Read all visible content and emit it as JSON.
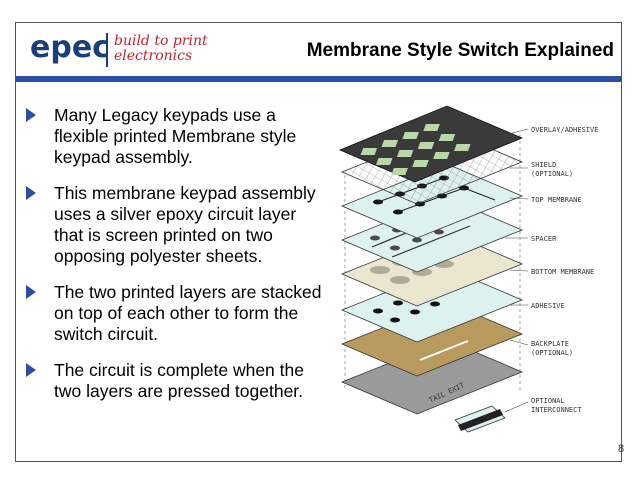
{
  "logo": {
    "wordmark": "epec",
    "tagline_line1": "build to print",
    "tagline_line2": "electronics"
  },
  "title": "Membrane Style Switch Explained",
  "bullets": [
    "Many Legacy keypads use a flexible printed Membrane style keypad assembly.",
    "This membrane keypad assembly uses a silver epoxy circuit layer that is screen printed on two opposing polyester sheets.",
    "The two printed layers are stacked on top of each other to form the switch circuit.",
    "The circuit is complete when the two layers are pressed together."
  ],
  "diagram": {
    "labels": {
      "overlay": "OVERLAY/ADHESIVE",
      "shield1": "SHIELD",
      "shield2": "(OPTIONAL)",
      "top_membrane": "TOP MEMBRANE",
      "spacer": "SPACER",
      "bottom_membrane": "BOTTOM MEMBRANE",
      "adhesive": "ADHESIVE",
      "backplate1": "BACKPLATE",
      "backplate2": "(OPTIONAL)",
      "interconnect1": "OPTIONAL",
      "interconnect2": "INTERCONNECT",
      "tail_exit": "TAIL EXIT"
    },
    "colors": {
      "overlay": "#3a3a3a",
      "key": "#b8d8a8",
      "membrane": "#ddf2ef",
      "spacer": "#eae6d0",
      "backplate": "#b89a5e",
      "adhesive": "#9a9a9a"
    }
  },
  "page_number": "8"
}
